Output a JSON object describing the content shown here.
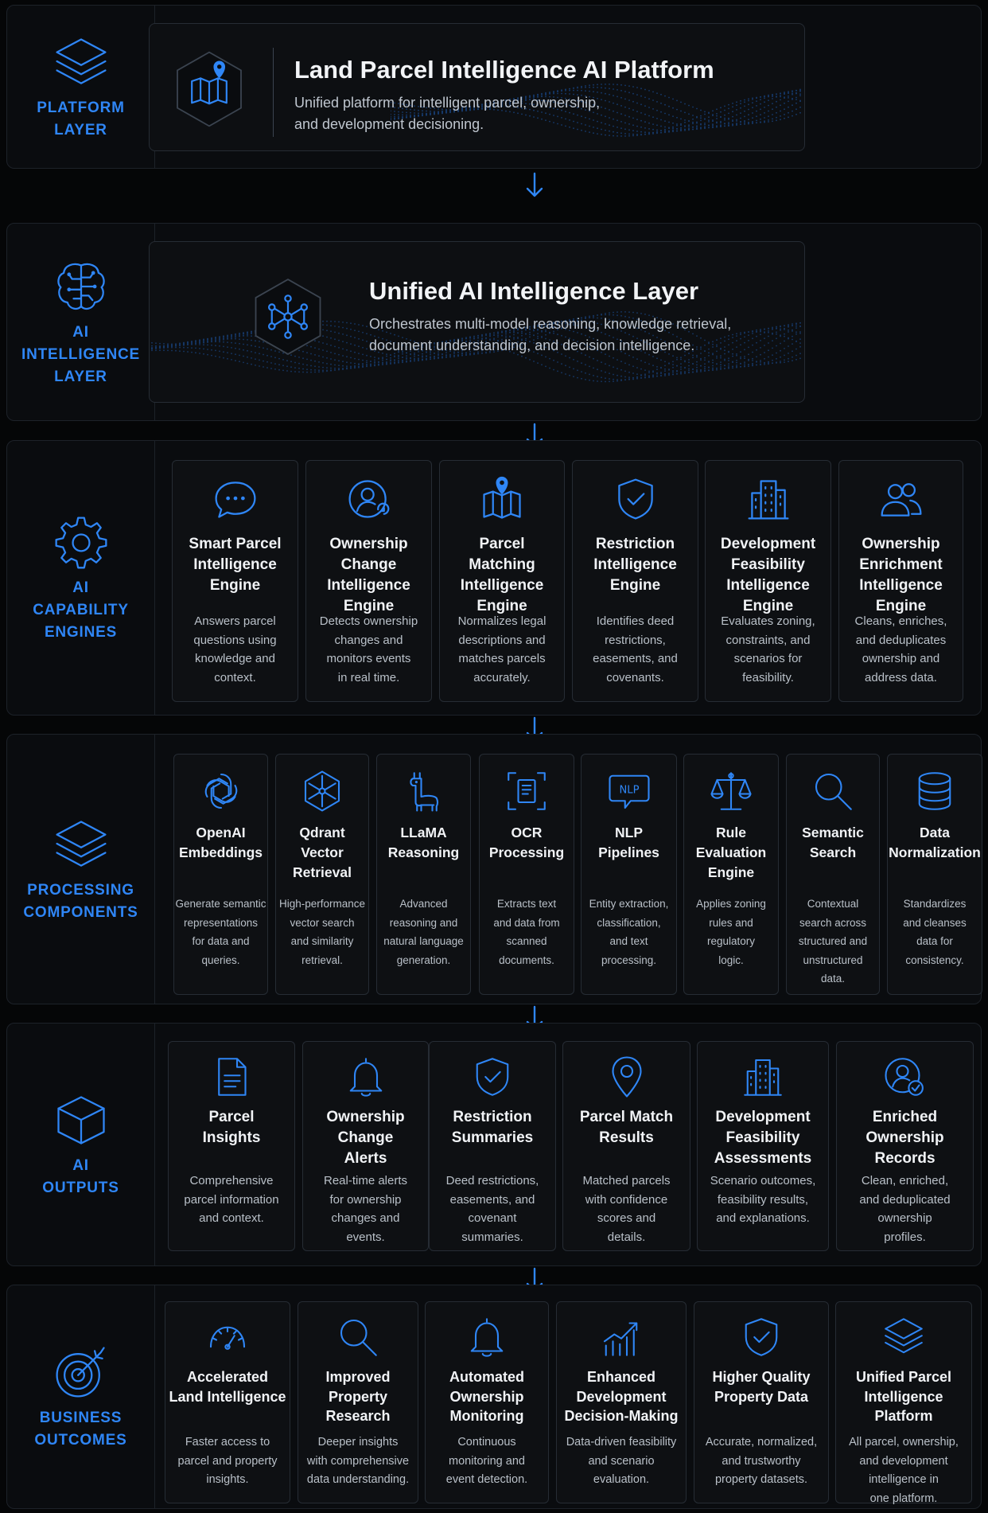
{
  "layers": {
    "platform": {
      "label": "PLATFORM\nLAYER"
    },
    "ai_intel": {
      "label": "AI\nINTELLIGENCE\nLAYER"
    },
    "capability": {
      "label": "AI\nCAPABILITY\nENGINES"
    },
    "processing": {
      "label": "PROCESSING\nCOMPONENTS"
    },
    "outputs": {
      "label": "AI\nOUTPUTS"
    },
    "outcomes": {
      "label": "BUSINESS\nOUTCOMES"
    }
  },
  "platform_banner": {
    "title": "Land Parcel Intelligence AI Platform",
    "description": "Unified platform for intelligent parcel, ownership,\nand development decisioning.",
    "icon": "map-pin-icon"
  },
  "ai_banner": {
    "title": "Unified AI Intelligence Layer",
    "description": "Orchestrates multi-model reasoning, knowledge retrieval,\ndocument understanding, and decision intelligence.",
    "icon": "network-icon"
  },
  "capability_engines": [
    {
      "title": "Smart Parcel\nIntelligence\nEngine",
      "desc": "Answers parcel\nquestions using\nknowledge and\ncontext.",
      "icon": "chat-icon"
    },
    {
      "title": "Ownership\nChange\nIntelligence\nEngine",
      "desc": "Detects ownership\nchanges and\nmonitors events\nin real time.",
      "icon": "user-refresh-icon"
    },
    {
      "title": "Parcel\nMatching\nIntelligence\nEngine",
      "desc": "Normalizes legal\ndescriptions and\nmatches parcels\naccurately.",
      "icon": "map-pin-icon"
    },
    {
      "title": "Restriction\nIntelligence\nEngine",
      "desc": "Identifies deed\nrestrictions,\neasements, and\ncovenants.",
      "icon": "shield-check-icon"
    },
    {
      "title": "Development\nFeasibility\nIntelligence\nEngine",
      "desc": "Evaluates zoning,\nconstraints, and\nscenarios for\nfeasibility.",
      "icon": "buildings-icon"
    },
    {
      "title": "Ownership\nEnrichment\nIntelligence\nEngine",
      "desc": "Cleans, enriches,\nand deduplicates\nownership and\naddress data.",
      "icon": "users-icon"
    }
  ],
  "processing_components": [
    {
      "title": "OpenAI\nEmbeddings",
      "desc": "Generate semantic\nrepresentations\nfor data and\nqueries.",
      "icon": "openai-icon"
    },
    {
      "title": "Qdrant\nVector\nRetrieval",
      "desc": "High-performance\nvector search\nand similarity\nretrieval.",
      "icon": "hexagon-network-icon"
    },
    {
      "title": "LLaMA\nReasoning",
      "desc": "Advanced\nreasoning and\nnatural language\ngeneration.",
      "icon": "llama-icon"
    },
    {
      "title": "OCR\nProcessing",
      "desc": "Extracts text\nand data from\nscanned\ndocuments.",
      "icon": "scan-document-icon"
    },
    {
      "title": "NLP\nPipelines",
      "desc": "Entity extraction,\nclassification,\nand text\nprocessing.",
      "icon": "nlp-bubble-icon"
    },
    {
      "title": "Rule\nEvaluation\nEngine",
      "desc": "Applies zoning\nrules and\nregulatory\nlogic.",
      "icon": "scales-icon"
    },
    {
      "title": "Semantic\nSearch",
      "desc": "Contextual\nsearch across\nstructured and\nunstructured\ndata.",
      "icon": "search-icon"
    },
    {
      "title": "Data\nNormalization",
      "desc": "Standardizes\nand cleanses\ndata for\nconsistency.",
      "icon": "database-icon"
    }
  ],
  "ai_outputs": [
    {
      "title": "Parcel\nInsights",
      "desc": "Comprehensive\nparcel information\nand context.",
      "icon": "document-icon"
    },
    {
      "title": "Ownership\nChange\nAlerts",
      "desc": "Real-time alerts\nfor ownership\nchanges and\nevents.",
      "icon": "bell-icon"
    },
    {
      "title": "Restriction\nSummaries",
      "desc": "Deed restrictions,\neasements, and\ncovenant\nsummaries.",
      "icon": "shield-check-icon"
    },
    {
      "title": "Parcel Match\nResults",
      "desc": "Matched parcels\nwith confidence\nscores and\ndetails.",
      "icon": "location-pin-icon"
    },
    {
      "title": "Development\nFeasibility\nAssessments",
      "desc": "Scenario outcomes,\nfeasibility results,\nand explanations.",
      "icon": "buildings-icon"
    },
    {
      "title": "Enriched\nOwnership\nRecords",
      "desc": "Clean, enriched,\nand deduplicated\nownership\nprofiles.",
      "icon": "user-check-icon"
    }
  ],
  "business_outcomes": [
    {
      "title": "Accelerated\nLand Intelligence",
      "desc": "Faster access to\nparcel and property\ninsights.",
      "icon": "speedometer-icon"
    },
    {
      "title": "Improved\nProperty\nResearch",
      "desc": "Deeper insights\nwith comprehensive\ndata understanding.",
      "icon": "search-icon"
    },
    {
      "title": "Automated\nOwnership\nMonitoring",
      "desc": "Continuous\nmonitoring and\nevent detection.",
      "icon": "bell-icon"
    },
    {
      "title": "Enhanced\nDevelopment\nDecision-Making",
      "desc": "Data-driven feasibility\nand scenario\nevaluation.",
      "icon": "growth-chart-icon"
    },
    {
      "title": "Higher Quality\nProperty Data",
      "desc": "Accurate, normalized,\nand trustworthy\nproperty datasets.",
      "icon": "shield-check-icon"
    },
    {
      "title": "Unified Parcel\nIntelligence\nPlatform",
      "desc": "All parcel, ownership,\nand development\nintelligence in\none platform.",
      "icon": "layers-icon"
    }
  ],
  "colors": {
    "accent": "#2f86f6",
    "background": "#050607",
    "card": "#0e1013",
    "border": "#262c34"
  }
}
